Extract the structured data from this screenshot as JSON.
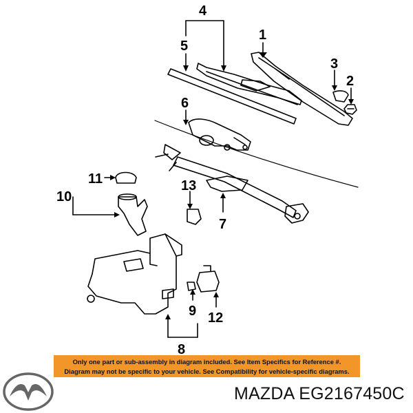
{
  "callouts": {
    "c1": "1",
    "c2": "2",
    "c3": "3",
    "c4": "4",
    "c5": "5",
    "c6": "6",
    "c7": "7",
    "c8": "8",
    "c9": "9",
    "c10": "10",
    "c11": "11",
    "c12": "12",
    "c13": "13"
  },
  "notice": {
    "line1": "Only one part or sub-assembly in diagram included. See Item Specifics for Reference #.",
    "line2": "Diagram may not be specific to your vehicle. See Compatibility for vehicle-specific diagrams."
  },
  "product": {
    "brand": "MAZDA",
    "part_number": "EG2167450C",
    "label": "MAZDA EG2167450C"
  },
  "colors": {
    "notice_bg": "#f2962a",
    "ink": "#000000",
    "background": "#ffffff"
  },
  "icons": {
    "logo": "mazda-logo-icon"
  }
}
